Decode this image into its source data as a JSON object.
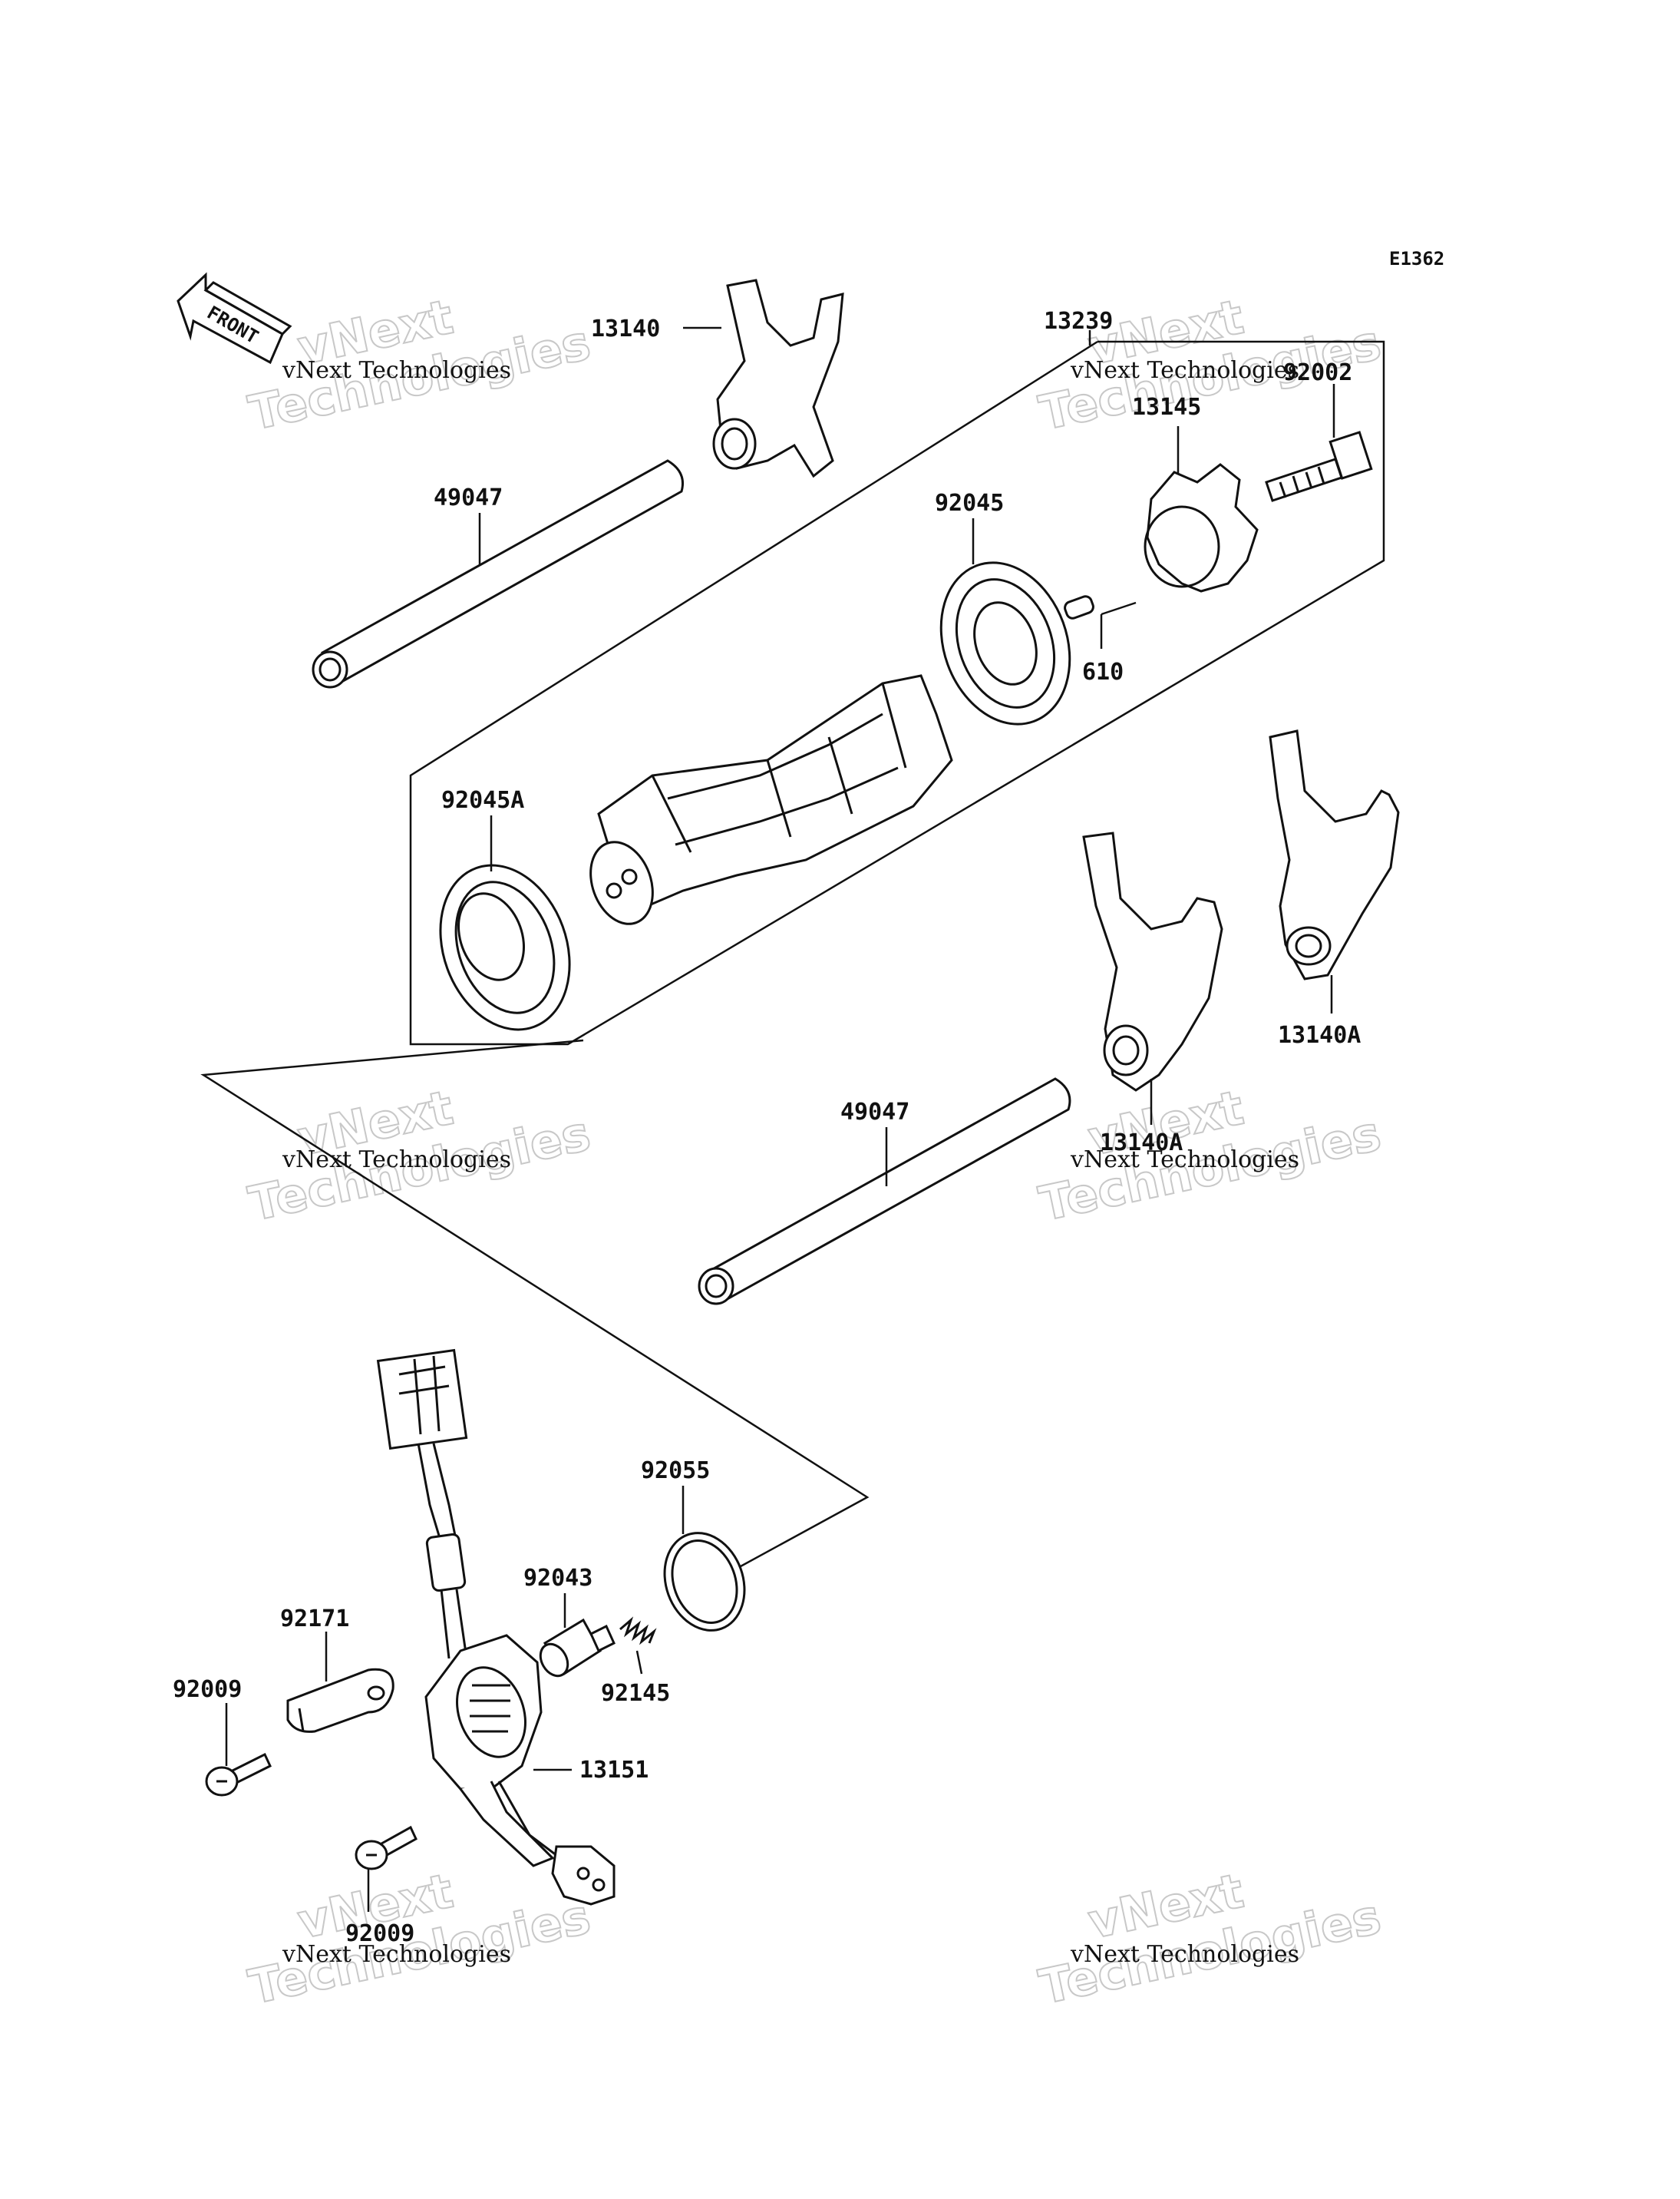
{
  "diagram_code": "E1362",
  "front_label": "FRONT",
  "watermark": {
    "line1": "vNext",
    "line2": "Technologies",
    "caption": "vNext Technologies"
  },
  "parts": {
    "p13140": "13140",
    "p13239": "13239",
    "p92002": "92002",
    "p13145": "13145",
    "p49047_top": "49047",
    "p92045": "92045",
    "p610": "610",
    "p92045A": "92045A",
    "p13140A_right": "13140A",
    "p13140A_mid": "13140A",
    "p49047_bottom": "49047",
    "p92055": "92055",
    "p92043": "92043",
    "p92171": "92171",
    "p92009_left": "92009",
    "p92145": "92145",
    "p13151": "13151",
    "p92009_bottom": "92009"
  }
}
